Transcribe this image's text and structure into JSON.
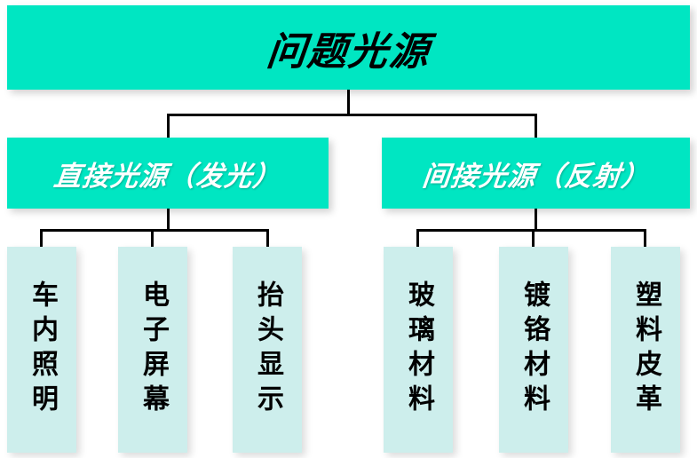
{
  "diagram": {
    "root": {
      "label": "问题光源"
    },
    "branches": [
      {
        "label": "直接光源（发光）",
        "children": [
          "车内照明",
          "电子屏幕",
          "抬头显示"
        ]
      },
      {
        "label": "间接光源（反射）",
        "children": [
          "玻璃材料",
          "镀铬材料",
          "塑料皮革"
        ]
      }
    ],
    "colors": {
      "node_fill": "#00e6c2",
      "leaf_fill": "#cdeeec",
      "line": "#000000",
      "root_text": "#000000",
      "branch_text": "#ffffff",
      "leaf_text": "#000000"
    }
  }
}
